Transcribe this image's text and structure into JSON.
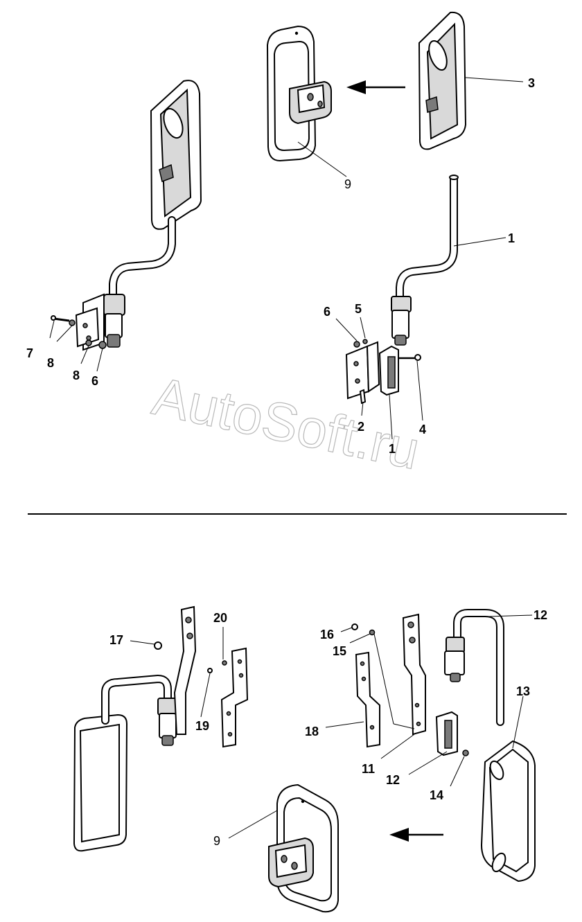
{
  "watermark": "AutoSoft.ru",
  "callouts": {
    "c3": "3",
    "c9top": "9",
    "c1a": "1",
    "c6a": "6",
    "c5": "5",
    "c7": "7",
    "c8a": "8",
    "c8b": "8",
    "c6b": "6",
    "c2": "2",
    "c4": "4",
    "c1b": "1",
    "c12a": "12",
    "c20": "20",
    "c17": "17",
    "c16": "16",
    "c15": "15",
    "c13": "13",
    "c19": "19",
    "c18": "18",
    "c11": "11",
    "c12b": "12",
    "c14": "14",
    "c9bot": "9"
  }
}
